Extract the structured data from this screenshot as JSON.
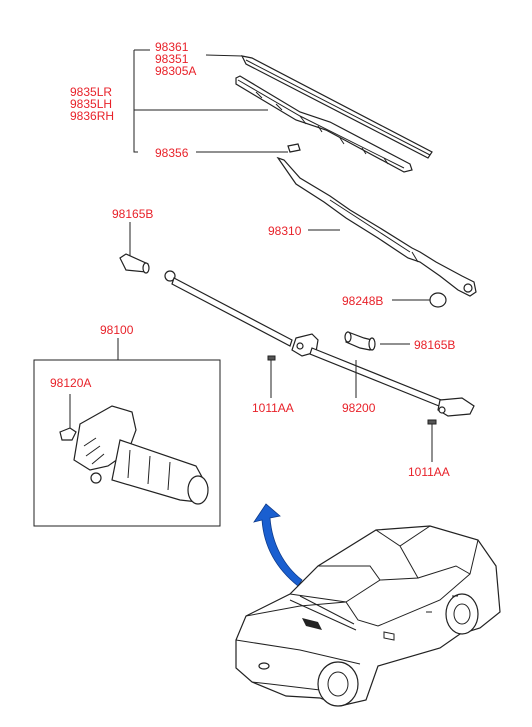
{
  "diagram": {
    "labels": {
      "p98361": "98361",
      "p98351": "98351",
      "p98305A": "98305A",
      "p9835LR": "9835LR",
      "p9835LH": "9835LH",
      "p9836RH": "9836RH",
      "p98356": "98356",
      "p98165B_top": "98165B",
      "p98310": "98310",
      "p98248B": "98248B",
      "p98100": "98100",
      "p98165B_right": "98165B",
      "p98120A": "98120A",
      "p1011AA_mid": "1011AA",
      "p98200": "98200",
      "p1011AA_bottom": "1011AA"
    },
    "colors": {
      "label": "#e8222a",
      "linework": "#222222",
      "arrow": "#1a5fd0"
    }
  }
}
